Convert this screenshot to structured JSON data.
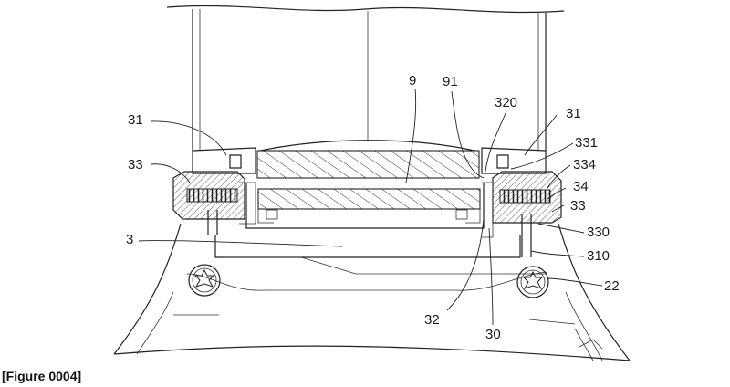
{
  "caption": "[Figure 0004]",
  "labels": {
    "l9": "9",
    "l91": "91",
    "l320": "320",
    "l31a": "31",
    "l31b": "31",
    "l331": "331",
    "l33a": "33",
    "l334": "334",
    "l34": "34",
    "l33b": "33",
    "l330": "330",
    "l3": "3",
    "l310": "310",
    "l22": "22",
    "l32": "32",
    "l30": "30"
  }
}
